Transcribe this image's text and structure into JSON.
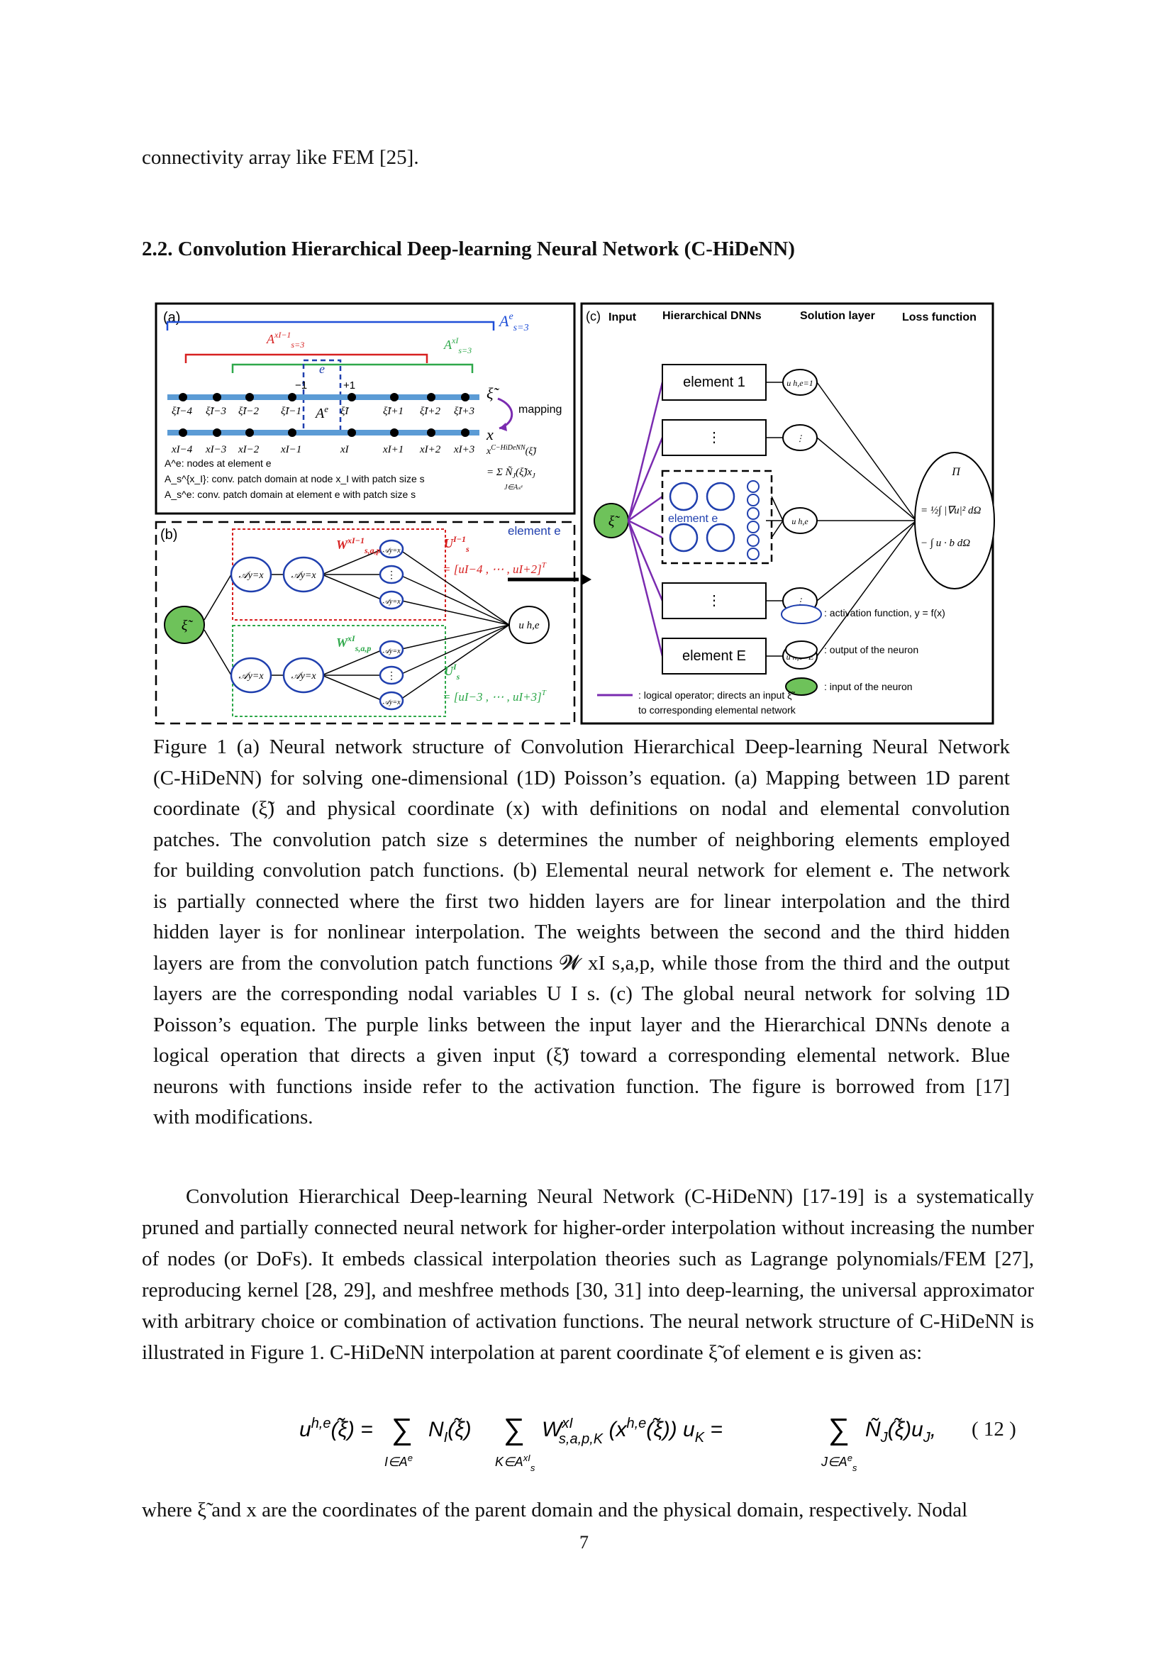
{
  "page": {
    "top_line": "connectivity array like FEM [25].",
    "section_heading": "2.2. Convolution Hierarchical Deep-learning Neural Network (C-HiDeNN)",
    "page_number": "7"
  },
  "figure": {
    "panel_a": {
      "label": "(a)",
      "mapping": "mapping",
      "bullets": [
        "A^e: nodes at element e",
        "A_s^{x_I}: conv. patch domain at node x_I with patch size s",
        "A_s^e: conv. patch domain at element e with patch size s"
      ],
      "element": "e",
      "minus_one": "−1",
      "plus_one": "+1",
      "xi_nodes": [
        "ξ̃I−4",
        "ξ̃I−3",
        "ξ̃I−2",
        "ξ̃I−1",
        "ξ̃I",
        "ξ̃I+1",
        "ξ̃I+2",
        "ξ̃I+3"
      ],
      "x_nodes": [
        "xI−4",
        "xI−3",
        "xI−2",
        "xI−1",
        "xI",
        "xI+1",
        "xI+2",
        "xI+3"
      ]
    },
    "panel_b": {
      "label": "(b)",
      "element_label": "element e",
      "input_node": "ξ̃",
      "activation": "𝒜y=x",
      "output_node": "u h,e",
      "dots": "⋮"
    },
    "panel_c": {
      "label": "(c)",
      "headers": [
        "Input",
        "Hierarchical DNNs",
        "Solution layer",
        "Loss function"
      ],
      "element_first": "element 1",
      "element_mid": "element e",
      "element_last": "element E",
      "dots": "⋮",
      "loss_pi": "Π",
      "legend": [
        ": activation function, y = f(x)",
        ": output of the neuron",
        ": input of the neuron"
      ],
      "logical_note_1": ": logical operator; directs an input ξ̃",
      "logical_note_2": "to corresponding elemental network"
    }
  },
  "caption": {
    "lines": [
      "Figure 1 (a) Neural network structure of Convolution Hierarchical Deep-learning Neural Network",
      "(C-HiDeNN) for solving one-dimensional (1D) Poisson’s equation. (a) Mapping between 1D parent",
      "coordinate  (ξ̃)  and physical coordinate  (x)  with definitions on nodal and elemental convolution",
      "patches. The convolution patch size  s determines the number of neighboring elements employed",
      "for building convolution patch functions. (b) Elemental neural network for element  e. The network",
      "is partially connected where the first two hidden layers are for linear interpolation and the third",
      "hidden layer is for nonlinear interpolation. The weights between the second and the third hidden",
      "layers are from the convolution patch functions  𝓦 xI s,a,p, while those from the third and the output",
      "layers are the corresponding nodal variables  U I s. (c) The global neural network for solving 1D",
      "Poisson’s equation. The purple links between the input layer and the Hierarchical DNNs denote a",
      "logical operation that directs a given input  (ξ̃)  toward a corresponding elemental network. Blue",
      "neurons with functions inside refer to the activation function. The figure is borrowed from [17]",
      "with modifications."
    ]
  },
  "body": {
    "paragraph": "Convolution Hierarchical Deep-learning Neural Network (C-HiDeNN) [17-19] is a systematically pruned and partially connected neural network for higher-order interpolation without increasing the number of nodes (or DoFs). It embeds classical interpolation theories such as Lagrange polynomials/FEM [27], reproducing kernel [28, 29], and meshfree methods [30, 31] into deep-learning, the universal approximator with arbitrary choice or combination of activation functions. The neural network structure of C-HiDeNN is illustrated in Figure 1. C-HiDeNN interpolation at parent coordinate ξ̃ of element e is given as:",
    "equation_number": "( 12 )",
    "where_line": "where  ξ̃  and  x  are the coordinates of the parent domain and the physical domain, respectively. Nodal"
  }
}
